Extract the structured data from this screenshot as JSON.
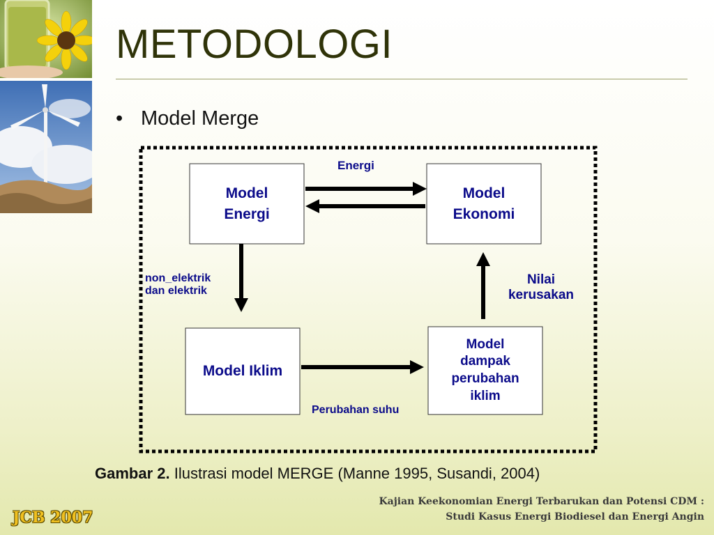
{
  "slide": {
    "title": "METODOLOGI",
    "bullet": "Model Merge"
  },
  "diagram": {
    "boxes": {
      "energi_line1": "Model",
      "energi_line2": "Energi",
      "ekonomi_line1": "Model",
      "ekonomi_line2": "Ekonomi",
      "iklim": "Model Iklim",
      "dampak_line1": "Model",
      "dampak_line2": "dampak",
      "dampak_line3": "perubahan",
      "dampak_line4": "iklim"
    },
    "labels": {
      "energi": "Energi",
      "non_elektrik_1": "non_elektrik",
      "non_elektrik_2": "dan elektrik",
      "nilai_1": "Nilai",
      "nilai_2": "kerusakan",
      "perubahan_suhu": "Perubahan suhu"
    }
  },
  "caption": {
    "bold": "Gambar 2.",
    "text": " Ilustrasi model MERGE (Manne 1995, Susandi, 2004)"
  },
  "footer": {
    "left": "JCB 2007",
    "right_line1": "Kajian Keekonomian Energi Terbarukan dan Potensi CDM :",
    "right_line2": "Studi Kasus Energi Biodiesel dan Energi Angin"
  },
  "colors": {
    "label_blue": "#0b0b8a",
    "title": "#2f3308",
    "footer_gold": "#f0c020"
  }
}
